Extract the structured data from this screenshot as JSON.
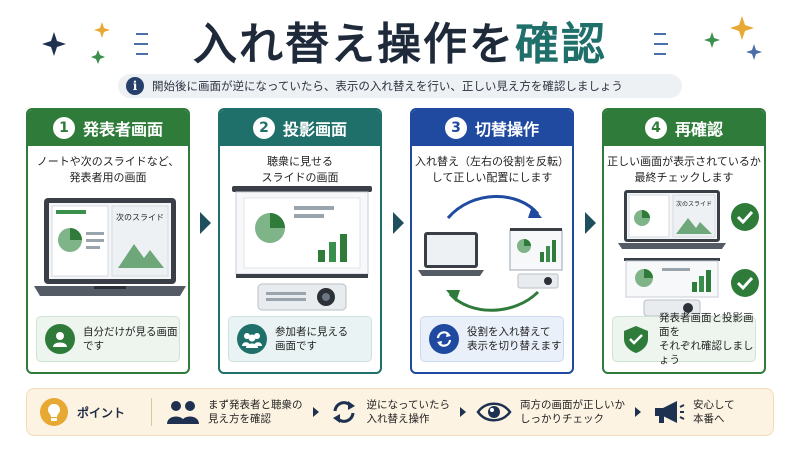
{
  "title": {
    "main": "入れ替え操作を",
    "accent": "確認"
  },
  "subtitle": "開始後に画面が逆になっていたら、表示の入れ替えを行い、正しい見え方を確認しましょう",
  "colors": {
    "green": "#2f7b3a",
    "teal": "#1f6f6a",
    "blue": "#1f4aa0",
    "navy": "#1e3150"
  },
  "steps": [
    {
      "num": "1",
      "title": "発表者画面",
      "desc1": "ノートや次のスライドなど、",
      "desc2": "発表者用の画面",
      "screen_label": "次のスライド",
      "foot1": "自分だけが見る画面です",
      "foot2": ""
    },
    {
      "num": "2",
      "title": "投影画面",
      "desc1": "聴衆に見せる",
      "desc2": "スライドの画面",
      "foot1": "参加者に見える",
      "foot2": "画面です"
    },
    {
      "num": "3",
      "title": "切替操作",
      "desc1": "入れ替え（左右の役割を反転）",
      "desc2": "して正しい配置にします",
      "foot1": "役割を入れ替えて",
      "foot2": "表示を切り替えます"
    },
    {
      "num": "4",
      "title": "再確認",
      "desc1": "正しい画面が表示されているか",
      "desc2": "最終チェックします",
      "screen_label": "次のスライド",
      "foot1": "発表者画面と投影画面を",
      "foot2": "それぞれ確認しましょう"
    }
  ],
  "bottom": {
    "label": "ポイント",
    "items": [
      {
        "l1": "まず発表者と聴衆の",
        "l2": "見え方を確認"
      },
      {
        "l1": "逆になっていたら",
        "l2": "入れ替え操作"
      },
      {
        "l1": "両方の画面が正しいか",
        "l2": "しっかりチェック"
      },
      {
        "l1": "安心して",
        "l2": "本番へ"
      }
    ]
  }
}
